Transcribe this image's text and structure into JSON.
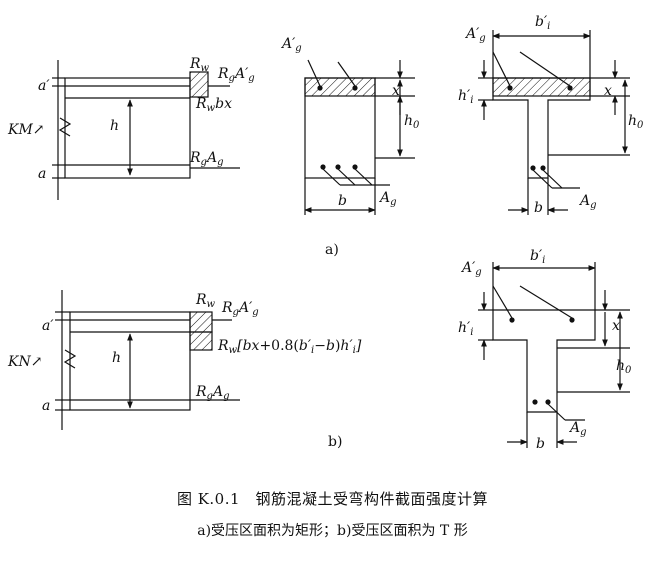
{
  "caption": {
    "title": "图 K.0.1　钢筋混凝土受弯构件截面强度计算",
    "subtitle": "a)受压区面积为矩形；b)受压区面积为 T 形"
  },
  "panel_a": {
    "label": "a)",
    "moment_label": "KM",
    "force_labels": [
      "Rw",
      "RgA'g",
      "Rwbx",
      "RgAg"
    ],
    "dims": [
      "a'",
      "h",
      "a",
      "A'g",
      "x",
      "h0",
      "b",
      "Ag",
      "b'i",
      "h'i"
    ]
  },
  "panel_b": {
    "label": "b)",
    "force_label": "KN",
    "force_labels": [
      "Rw",
      "RgA'g",
      "Rw[bx+0.8(b'i−b)h'i]",
      "RgAg"
    ],
    "dims": [
      "a'",
      "h",
      "a",
      "A'g",
      "b'i",
      "h'i",
      "x",
      "h0",
      "b",
      "Ag"
    ]
  }
}
